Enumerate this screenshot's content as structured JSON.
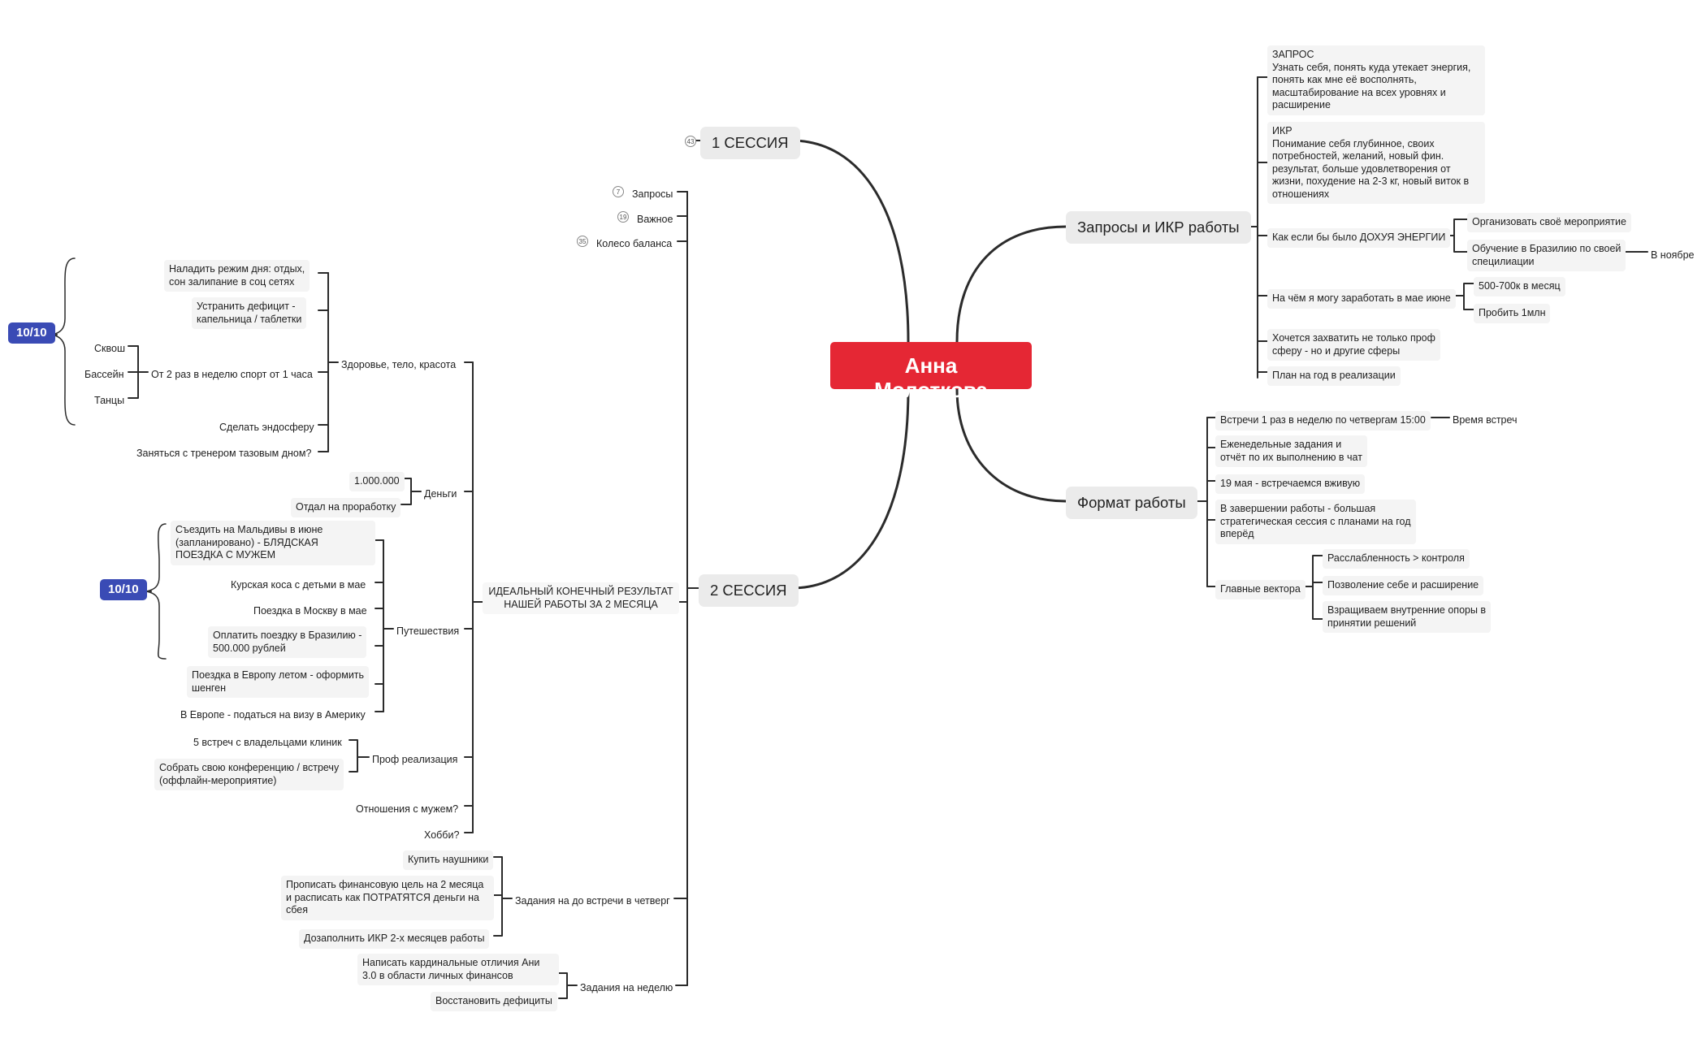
{
  "root": {
    "label": "Анна Молоткова"
  },
  "right": {
    "requests": {
      "label": "Запросы и ИКР работы",
      "zapros": "ЗАПРОС\nУзнать себя, понять куда утекает энергия,\nпонять как мне её восполнять,\nмасштабирование на всех уровнях и\nрасширение",
      "ikr": "ИКР\nПонимание себя глубинное, своих\nпотребностей, желаний, новый фин.\nрезультат, больше удовлетворения от\nжизни, похудение на 2-3 кг, новый виток в\nотношениях",
      "energy": "Как если бы было ДОХУЯ ЭНЕРГИИ",
      "energy_items": [
        "Организовать своё мероприятие",
        "Обучение в Бразилию по своей\nспецилиации"
      ],
      "november": "В ноябре",
      "earn": "На чём я могу заработать в мае июне",
      "earn_items": [
        "500-700к в месяц",
        "Пробить 1млн"
      ],
      "capture": "Хочется захватить не только проф\nсферу - но и другие сферы",
      "plan": "План на год в реализации"
    },
    "format": {
      "label": "Формат работы",
      "meetings": "Встречи 1 раз в неделю по четвергам 15:00",
      "meetings_time": "Время встреч",
      "weekly": "Еженедельные задания и\nотчёт по их выполнению в чат",
      "may19": "19 мая - встречаемся вживую",
      "final": "В завершении работы - большая\nстратегическая сессия с планами на год\nвперёд",
      "vectors": "Главные вектора",
      "vector_items": [
        "Расслабленность > контроля",
        "Позволение себе и расширение",
        "Взращиваем внутренние опоры в\nпринятии решений"
      ]
    }
  },
  "left": {
    "session1": {
      "label": "1 СЕССИЯ",
      "badge": "43",
      "children": [
        {
          "label": "Запросы",
          "badge": "7"
        },
        {
          "label": "Важное",
          "badge": "19"
        },
        {
          "label": "Колесо баланса",
          "badge": "35"
        }
      ]
    },
    "session2": {
      "label": "2 СЕССИЯ",
      "ikr": "ИДЕАЛЬНЫЙ КОНЕЧНЫЙ РЕЗУЛЬТАТ\nНАШЕЙ РАБОТЫ ЗА 2 МЕСЯЦА",
      "health": "Здоровье, тело, красота",
      "health_items": [
        "Наладить режим дня: отдых,\nсон залипание в соц сетях",
        "Устранить дефицит -\nкапельница / таблетки",
        "От 2 раз в неделю спорт от 1 часа",
        "Сделать эндосферу",
        "Заняться с тренером тазовым дном?"
      ],
      "sport_items": [
        "Сквош",
        "Бассейн",
        "Танцы"
      ],
      "score1": "10/10",
      "money": "Деньги",
      "money_items": [
        "1.000.000",
        "Отдал на проработку"
      ],
      "travel": "Путешествия",
      "travel_items": [
        "Съездить на Мальдивы в июне\n(запланировано) - БЛЯДСКАЯ\nПОЕЗДКА С МУЖЕМ",
        "Курская коса с детьми в мае",
        "Поездка в Москву в мае",
        "Оплатить поездку в Бразилию -\n500.000 рублей",
        "Поездка в Европу летом - оформить\nшенген",
        "В Европе - податься на визу в Америку"
      ],
      "score2": "10/10",
      "prof": "Проф реализация",
      "prof_items": [
        "5 встреч с владельцами клиник",
        "Собрать свою конференцию / встречу\n(оффлайн-мероприятие)"
      ],
      "husband": "Отношения с мужем?",
      "hobby": "Хобби?",
      "tasks_thu": "Задания на до встречи в четверг",
      "tasks_thu_items": [
        "Купить наушники",
        "Прописать финансовую цель на 2 месяца\nи расписать как ПОТРАТЯТСЯ деньги на\nсбея",
        "Дозаполнить ИКР 2-х месяцев работы"
      ],
      "tasks_week": "Задания на неделю",
      "tasks_week_items": [
        "Написать кардинальные отличия Ани\n3.0 в области личных финансов",
        "Восстановить дефициты"
      ]
    }
  },
  "colors": {
    "root": "#e52734",
    "score": "#3a4bb5",
    "line": "#2b2b2b"
  }
}
